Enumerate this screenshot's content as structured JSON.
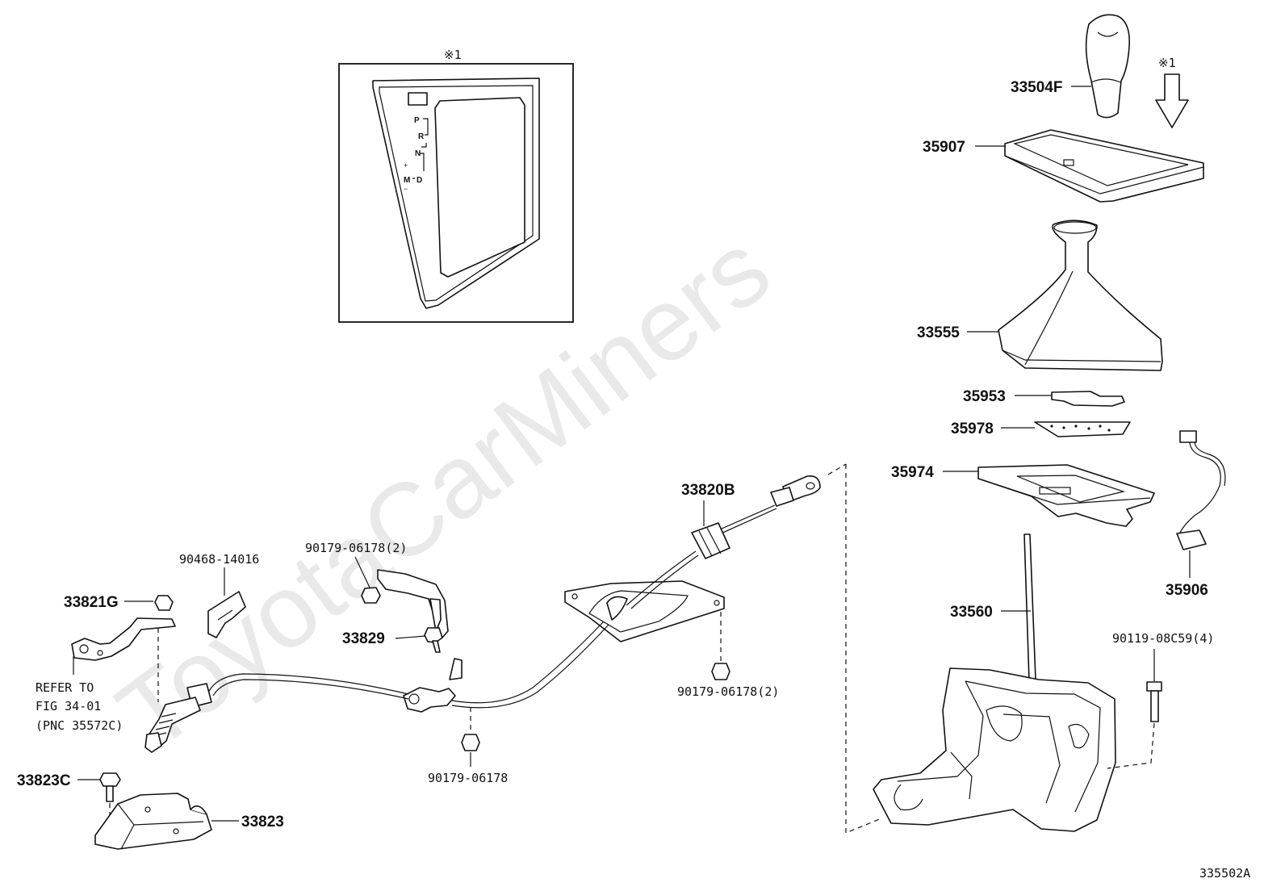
{
  "watermark": "ToyotaCarMiners",
  "diagram_id": "335502A",
  "inset": {
    "marker": "※1",
    "gate": {
      "p": "P",
      "r": "R",
      "n": "N",
      "d": "D",
      "m": "M",
      "plus": "+",
      "minus": "−"
    }
  },
  "labels": {
    "knob": "33504F",
    "bezel": "35907",
    "arrow_ref": "※1",
    "boot": "33555",
    "p35953": "35953",
    "p35978": "35978",
    "p35974": "35974",
    "p35906": "35906",
    "lever": "33560",
    "bolt_set": "90119-08C59(4)",
    "cable_end": "33820B",
    "nut_bracket_top": "90179-06178(2)",
    "clip": "90468-14016",
    "nut_g": "33821G",
    "bracket_29": "33829",
    "nut_right": "90179-06178(2)",
    "nut_bottom": "90179-06178",
    "bolt_c": "33823C",
    "bracket_23": "33823",
    "refer_1": "REFER TO",
    "refer_2": "FIG 34-01",
    "refer_3": "(PNC 35572C)"
  }
}
